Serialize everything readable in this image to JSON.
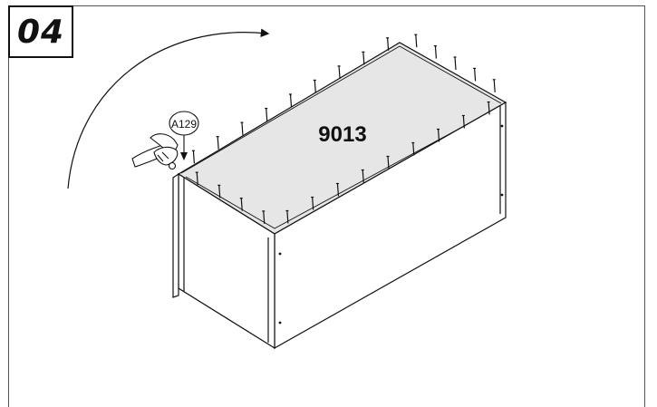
{
  "step": {
    "number": "04"
  },
  "panel": {
    "code": "9013"
  },
  "callout": {
    "part": "A129"
  },
  "colors": {
    "line": "#111111",
    "panel_fill": "#e6e6e6",
    "frame": "#555555"
  },
  "icons": [
    "hammer-icon",
    "rotation-arrow-icon"
  ]
}
